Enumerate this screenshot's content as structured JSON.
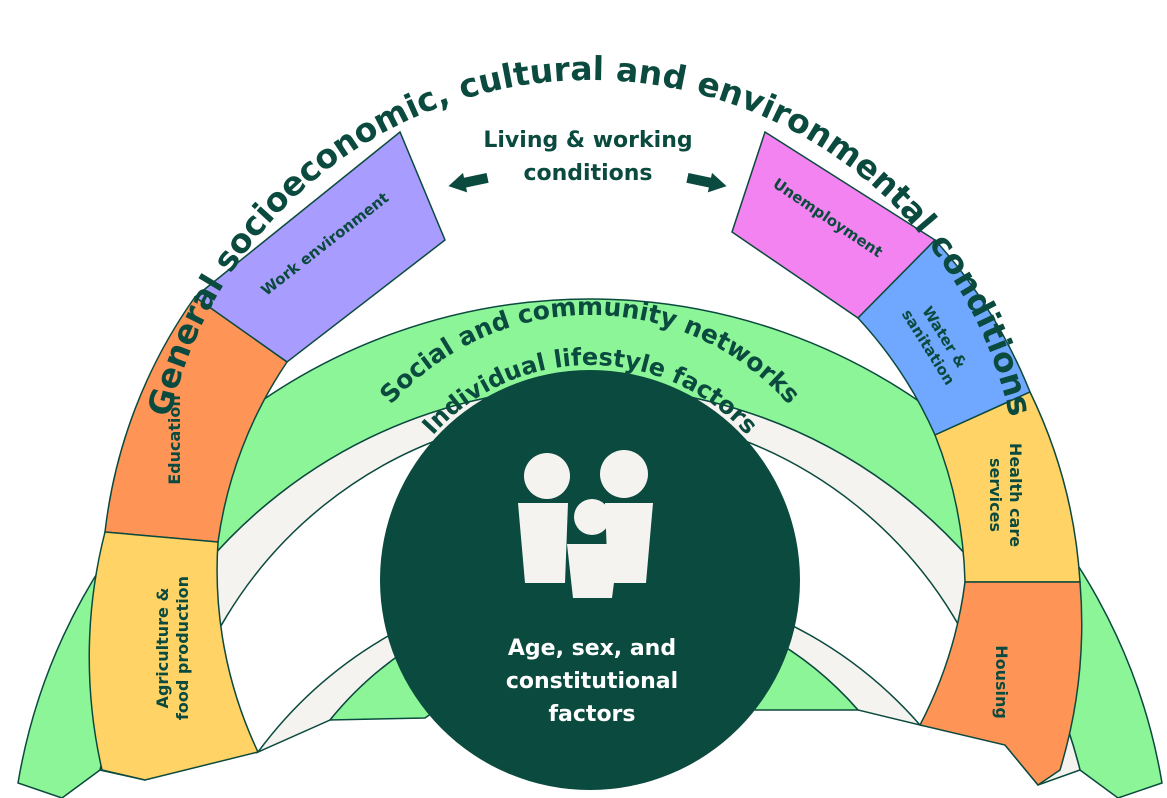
{
  "outer_ring": {
    "title": "General socioeconomic, cultural and environmental conditions",
    "color": "#8cf598"
  },
  "living_working": {
    "line1": "Living & working",
    "line2": "conditions",
    "color": "#f5f3ef",
    "arrow_icon": "double-arrow-icon",
    "segments_left": [
      {
        "label": "Work environment",
        "color": "#a89cff"
      },
      {
        "label": "Education",
        "color": "#ff9457"
      },
      {
        "line1": "Agriculture &",
        "line2": "food production",
        "color": "#ffd365"
      }
    ],
    "segments_right": [
      {
        "label": "Unemployment",
        "color": "#f283f0"
      },
      {
        "line1": "Water &",
        "line2": "sanitation",
        "color": "#70a8ff"
      },
      {
        "line1": "Health care",
        "line2": "services",
        "color": "#ffd365"
      },
      {
        "label": "Housing",
        "color": "#ff9457"
      }
    ]
  },
  "social_ring": {
    "title": "Social and community networks",
    "color": "#f5f3ef"
  },
  "lifestyle_ring": {
    "title": "Individual lifestyle factors",
    "color": "#8cf598"
  },
  "core": {
    "line1": "Age, sex, and",
    "line2": "constitutional",
    "line3": "factors",
    "color": "#0b4a3e",
    "icon": "people-icon"
  }
}
